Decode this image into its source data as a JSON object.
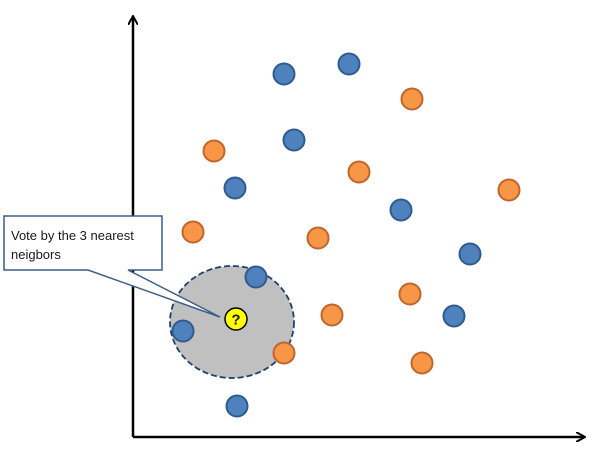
{
  "callout": {
    "line1": "Vote by the 3 nearest",
    "line2": "neigbors"
  },
  "query": {
    "label": "?",
    "color": "#ffff00"
  },
  "colors": {
    "class_a": "#4f81bd",
    "class_a_stroke": "#2f5c8f",
    "class_b": "#f79646",
    "class_b_stroke": "#c0652b",
    "neighborhood": "#c0c0c0",
    "neighborhood_stroke": "#1f3f6e",
    "axis": "#000000",
    "callout_border": "#3b5d8a"
  },
  "classes": [
    "class_a",
    "class_b"
  ]
}
